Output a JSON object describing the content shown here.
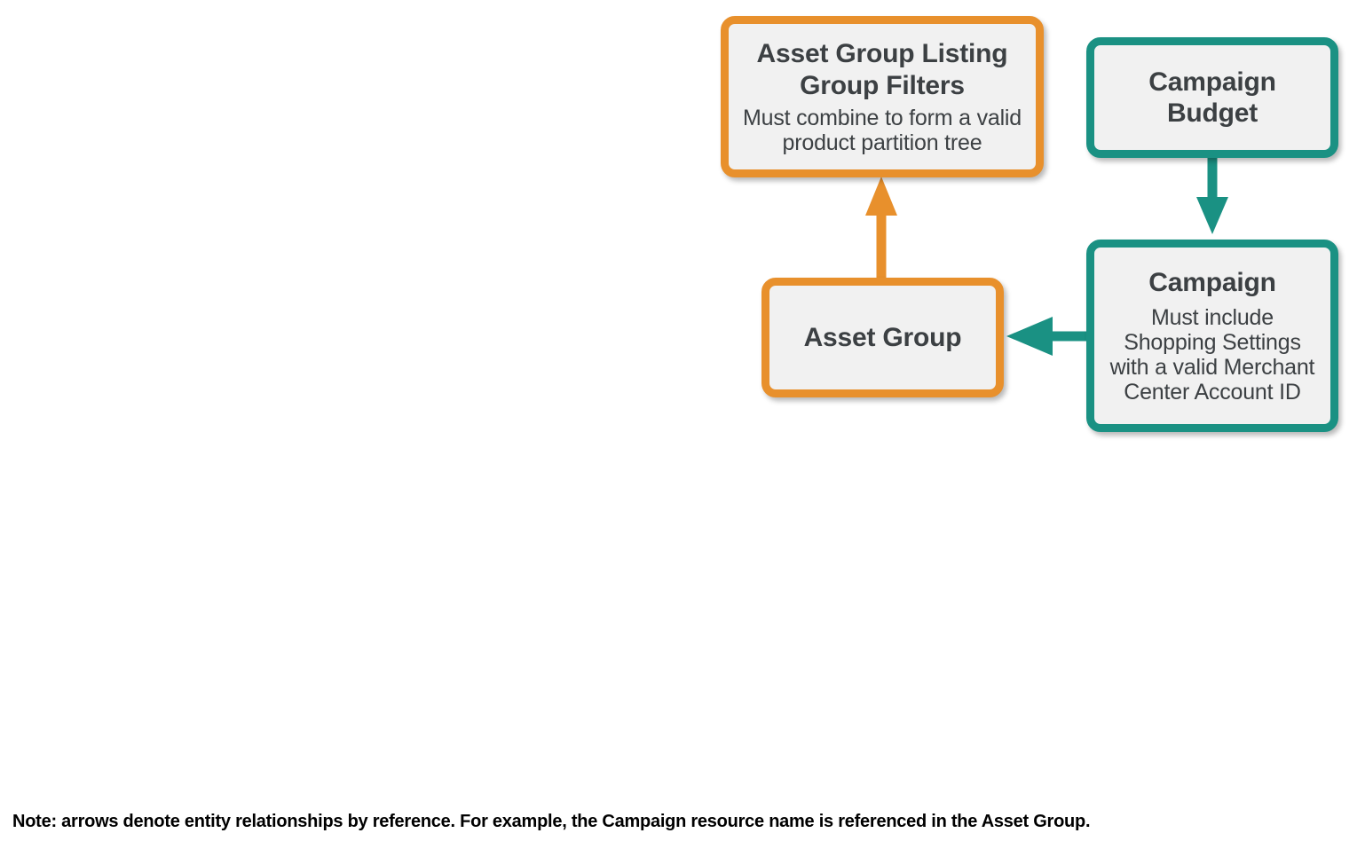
{
  "diagram": {
    "colors": {
      "orange": "#e8902c",
      "teal": "#1a9183",
      "box_fill": "#f1f1f1",
      "text": "#3c4043",
      "footnote_text": "#000000",
      "background": "#ffffff"
    },
    "nodes": [
      {
        "id": "asset-group-listing-group-filters",
        "title": "Asset Group Listing Group Filters",
        "subtitle": "Must combine to form a valid product partition tree",
        "color": "orange"
      },
      {
        "id": "campaign-budget",
        "title": "Campaign Budget",
        "subtitle": "",
        "color": "teal"
      },
      {
        "id": "asset-group",
        "title": "Asset Group",
        "subtitle": "",
        "color": "orange"
      },
      {
        "id": "campaign",
        "title": "Campaign",
        "subtitle": "Must include Shopping Settings with a valid Merchant Center Account ID",
        "color": "teal"
      }
    ],
    "edges": [
      {
        "id": "asset-group-to-listing-group-filters",
        "from": "asset-group",
        "to": "asset-group-listing-group-filters",
        "direction": "up",
        "color": "orange"
      },
      {
        "id": "campaign-budget-to-campaign",
        "from": "campaign-budget",
        "to": "campaign",
        "direction": "down",
        "color": "teal"
      },
      {
        "id": "campaign-to-asset-group",
        "from": "campaign",
        "to": "asset-group",
        "direction": "left",
        "color": "teal"
      }
    ],
    "footnote": "Note: arrows denote entity relationships by reference. For example, the Campaign resource name is referenced in the Asset Group."
  }
}
